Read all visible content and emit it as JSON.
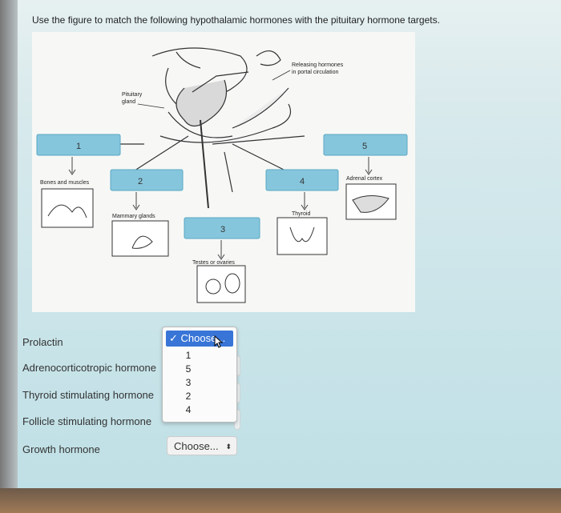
{
  "question": "Use the figure to match the following hypothalamic hormones with the pituitary hormone targets.",
  "figure": {
    "releasing_label_1": "Releasing hormones",
    "releasing_label_2": "in portal circulation",
    "pituitary_label_1": "Pituitary",
    "pituitary_label_2": "gland",
    "box_labels": [
      "1",
      "2",
      "3",
      "4",
      "5"
    ],
    "targets": {
      "bones": "Bones and muscles",
      "mammary": "Mammary glands",
      "testes": "Testes or ovaries",
      "thyroid": "Thyroid",
      "adrenal": "Adrenal cortex"
    }
  },
  "questions": [
    {
      "label": "Prolactin"
    },
    {
      "label": "Adrenocorticotropic hormone"
    },
    {
      "label": "Thyroid stimulating hormone"
    },
    {
      "label": "Follicle stimulating hormone"
    },
    {
      "label": "Growth hormone"
    }
  ],
  "dropdown": {
    "selected": "Choose...",
    "options": [
      "1",
      "5",
      "3",
      "2",
      "4"
    ]
  },
  "select_growth": "Choose...",
  "colors": {
    "box_fill": "#86c6dd",
    "box_border": "#5aa7c2",
    "accent": "#3875d7"
  }
}
